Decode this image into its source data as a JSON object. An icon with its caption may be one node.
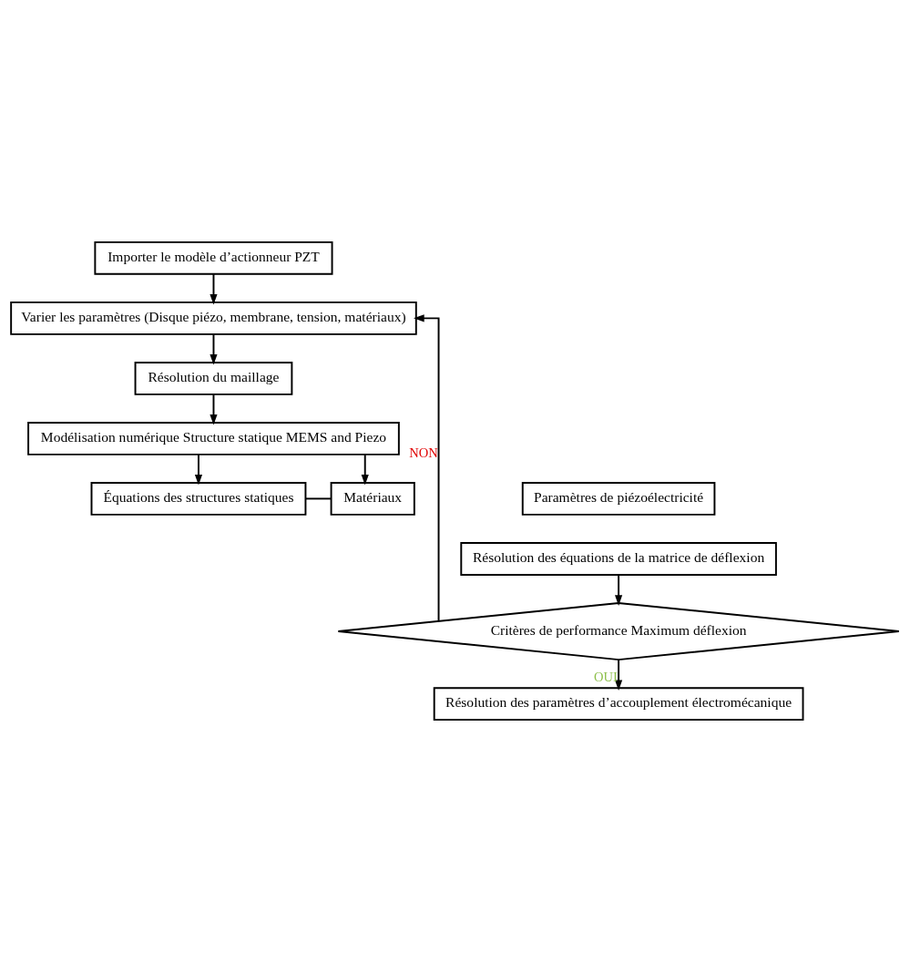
{
  "diagram": {
    "nodes": [
      {
        "text": [
          "Importer le modèle d’actionneur PZT"
        ]
      },
      {
        "text": [
          "Varier les paramètres (Disque piézo, membrane, tension, matériaux)"
        ]
      },
      {
        "text": [
          "Résolution du maillage"
        ]
      },
      {
        "text": [
          "Modélisation numérique Structure statique MEMS and Piezo"
        ]
      },
      {
        "text": [
          "Équations des structures statiques"
        ]
      },
      {
        "text": [
          "Paramètres de piézoélectricité"
        ]
      },
      {
        "text": [
          "Matériaux"
        ]
      },
      {
        "text": [
          "Résolution des équations de la matrice de déflexion"
        ]
      },
      {
        "text": [
          "Critères de performance Maximum déflexion"
        ]
      },
      {
        "text": [
          "Résolution des paramètres d’accouplement électromécanique"
        ]
      }
    ],
    "edges": [
      {
        "from": 0,
        "to": 1,
        "arrow": "to"
      },
      {
        "from": 1,
        "to": 2,
        "arrow": "to"
      },
      {
        "from": 2,
        "to": 3,
        "arrow": "to"
      },
      {
        "from": 3,
        "to": 4,
        "arrow": "to"
      },
      {
        "from": 3,
        "to": 6,
        "arrow": "to"
      },
      {
        "from": 4,
        "to": 6,
        "arrow": "none"
      },
      {
        "from": 7,
        "to": 8,
        "arrow": "to"
      },
      {
        "from": 8,
        "to": 1,
        "arrow": "to",
        "label": "NON"
      },
      {
        "from": 8,
        "to": 9,
        "arrow": "to",
        "label": "OUI"
      }
    ]
  }
}
